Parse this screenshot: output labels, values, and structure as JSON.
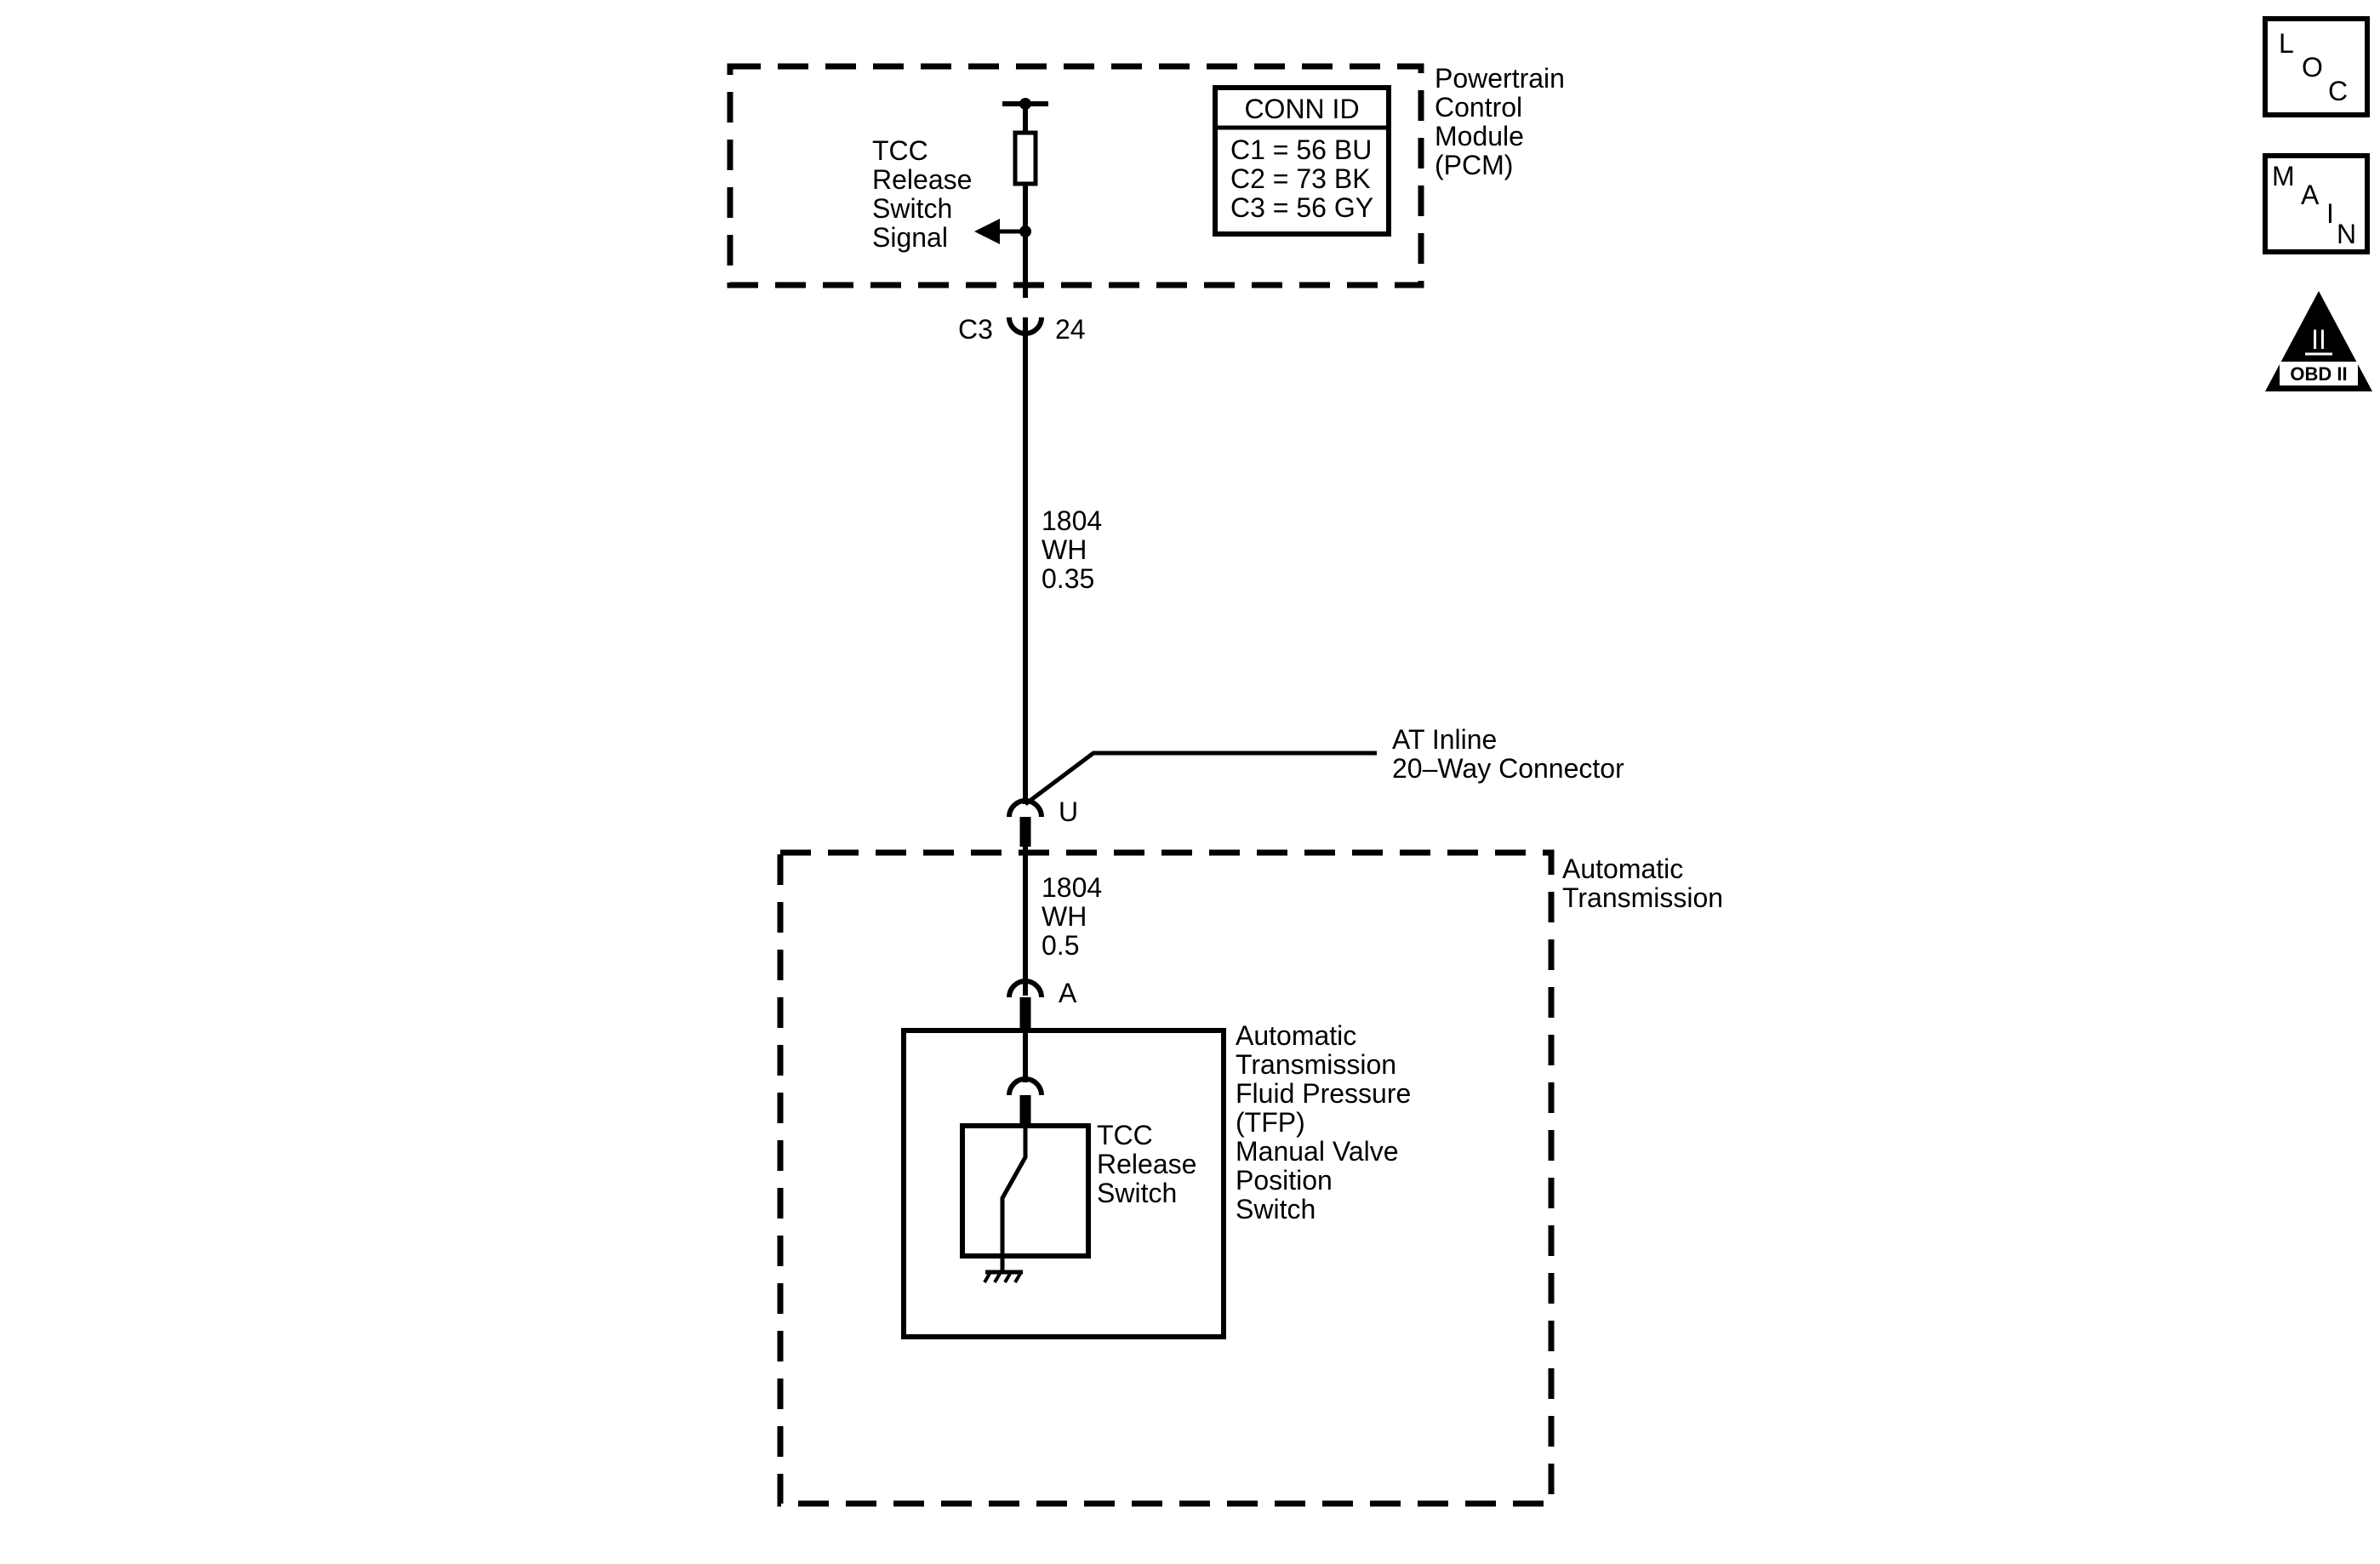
{
  "pcm": {
    "name_lines": [
      "Powertrain",
      "Control",
      "Module",
      "(PCM)"
    ],
    "signal_lines": [
      "TCC",
      "Release",
      "Switch",
      "Signal"
    ]
  },
  "conn_id": {
    "header": "CONN ID",
    "rows": [
      "C1 = 56 BU",
      "C2 = 73 BK",
      "C3 = 56 GY"
    ]
  },
  "connector_c3": {
    "name": "C3",
    "pin": "24"
  },
  "wire_upper": {
    "circuit": "1804",
    "color": "WH",
    "size": "0.35"
  },
  "inline_connector": {
    "label_lines": [
      "AT Inline",
      "20–Way Connector"
    ],
    "pin": "U"
  },
  "transmission": {
    "name_lines": [
      "Automatic",
      "Transmission"
    ]
  },
  "wire_lower": {
    "circuit": "1804",
    "color": "WH",
    "size": "0.5"
  },
  "tfp_connector": {
    "pin": "A"
  },
  "tfp_switch": {
    "name_lines": [
      "Automatic",
      "Transmission",
      "Fluid Pressure",
      "(TFP)",
      "Manual Valve",
      "Position",
      "Switch"
    ],
    "switch_lines": [
      "TCC",
      "Release",
      "Switch"
    ]
  },
  "side_icons": {
    "loc": [
      "L",
      "O",
      "C"
    ],
    "main": [
      "M",
      "A",
      "I",
      "N"
    ],
    "obd": {
      "numeral": "II",
      "label": "OBD II"
    }
  }
}
